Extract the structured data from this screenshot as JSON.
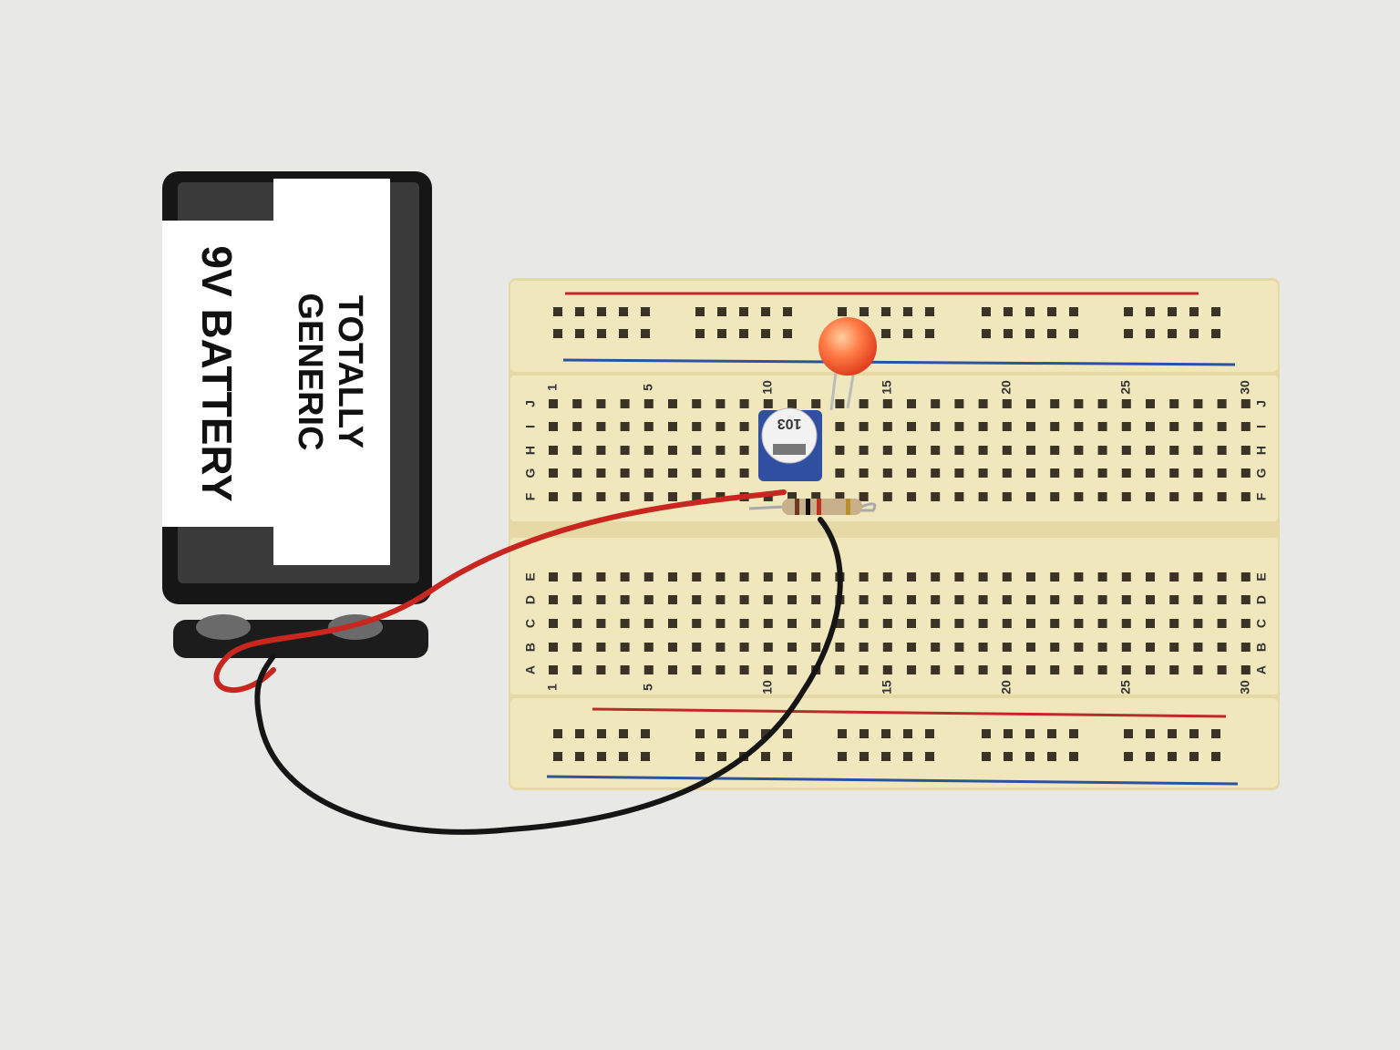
{
  "battery": {
    "label_line1": "TOTALLY",
    "label_line2": "GENERIC",
    "label_main": "9V BATTERY",
    "body_color": "#141414"
  },
  "breadboard": {
    "body_color": "#efe4b6",
    "rail_red": "#c0282c",
    "rail_blue": "#2a52a0",
    "top_rows": [
      "J",
      "I",
      "H",
      "G",
      "F"
    ],
    "bottom_rows": [
      "E",
      "D",
      "C",
      "B",
      "A"
    ],
    "column_labels": [
      {
        "col": 1,
        "text": "1"
      },
      {
        "col": 5,
        "text": "5"
      },
      {
        "col": 10,
        "text": "10"
      },
      {
        "col": 15,
        "text": "15"
      },
      {
        "col": 20,
        "text": "20"
      },
      {
        "col": 25,
        "text": "25"
      },
      {
        "col": 30,
        "text": "30"
      }
    ]
  },
  "potentiometer": {
    "marking": "103",
    "color": "#2f4fa0"
  },
  "led": {
    "color": "#ff6a3a"
  },
  "wires": {
    "red": "#c8261f",
    "black": "#151515"
  }
}
